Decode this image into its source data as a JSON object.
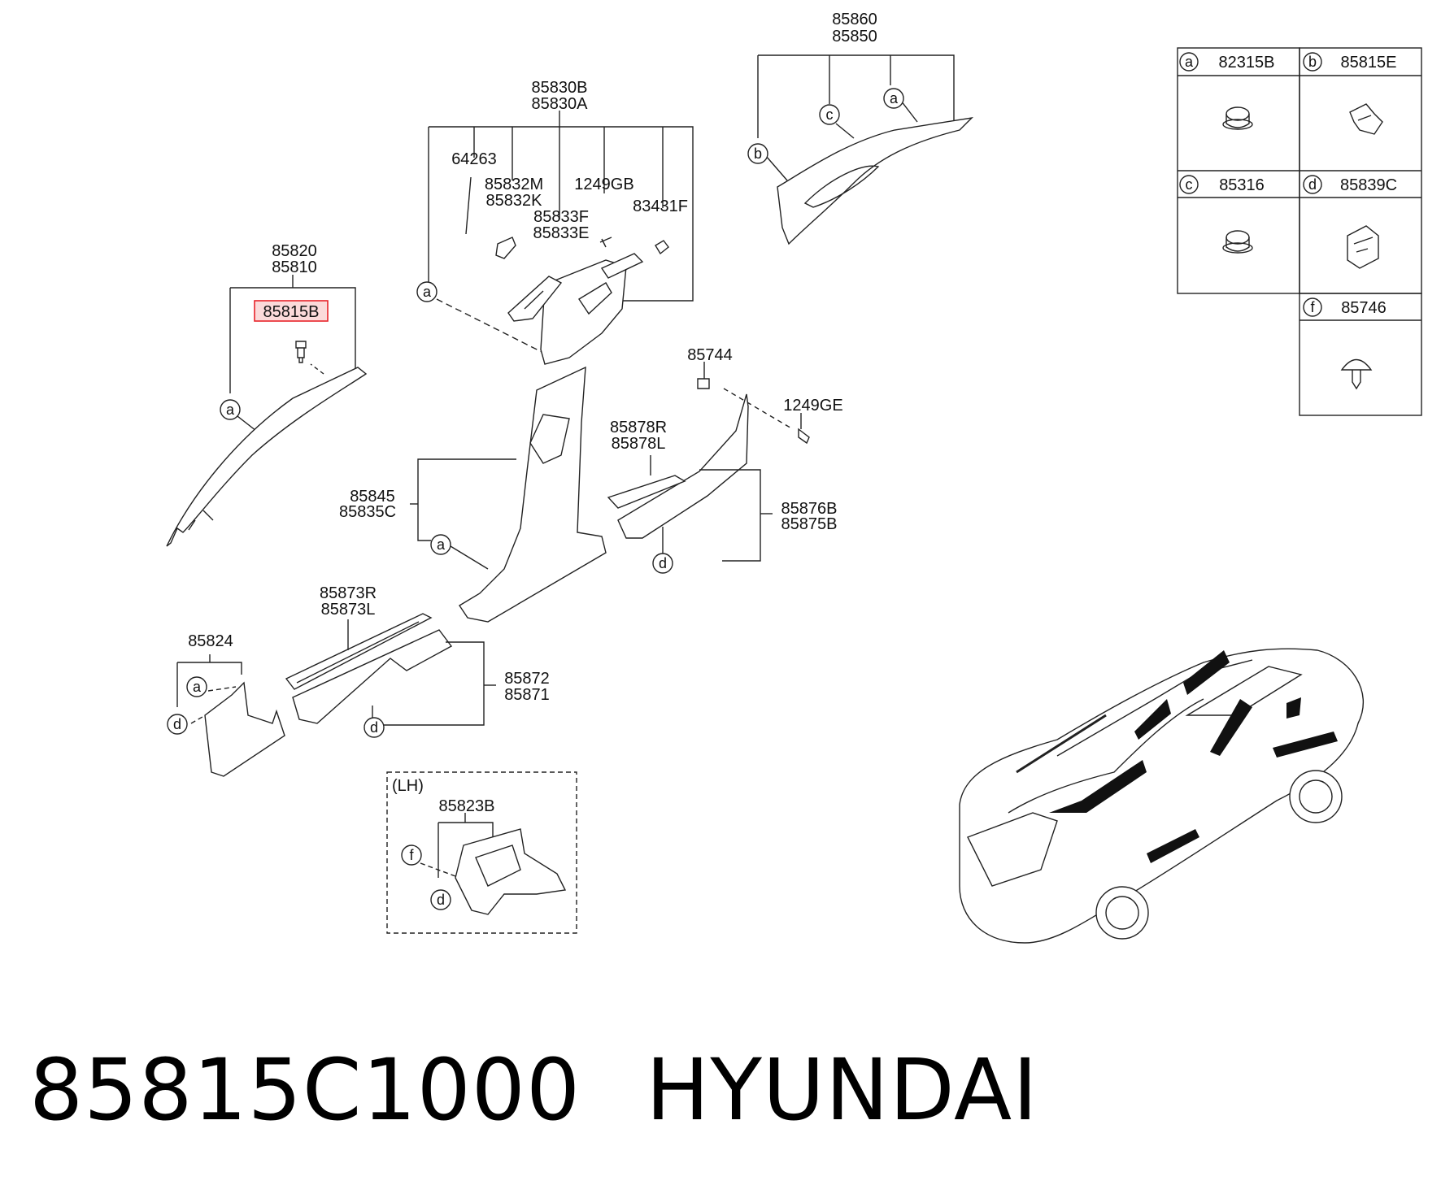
{
  "labels": {
    "p85860": "85860",
    "p85850": "85850",
    "p85830B": "85830B",
    "p85830A": "85830A",
    "p64263": "64263",
    "p85832M": "85832M",
    "p85832K": "85832K",
    "p1249GB": "1249GB",
    "p85833F": "85833F",
    "p85833E": "85833E",
    "p83431F": "83431F",
    "p85820": "85820",
    "p85810": "85810",
    "p85815B": "85815B",
    "p85744": "85744",
    "p1249GE": "1249GE",
    "p85878R": "85878R",
    "p85878L": "85878L",
    "p85845": "85845",
    "p85835C": "85835C",
    "p85876B": "85876B",
    "p85875B": "85875B",
    "p85873R": "85873R",
    "p85873L": "85873L",
    "p85824": "85824",
    "p85872": "85872",
    "p85871": "85871",
    "lh": "(LH)",
    "p85823B": "85823B"
  },
  "markers": {
    "a": "a",
    "b": "b",
    "c": "c",
    "d": "d",
    "f": "f"
  },
  "legend": [
    {
      "key": "a",
      "part": "82315B"
    },
    {
      "key": "b",
      "part": "85815E"
    },
    {
      "key": "c",
      "part": "85316"
    },
    {
      "key": "d",
      "part": "85839C"
    },
    {
      "key": "f",
      "part": "85746"
    }
  ],
  "caption": {
    "part_number": "85815C1000",
    "brand": "HYUNDAI"
  },
  "colors": {
    "line": "#222222",
    "highlight": "#e8232a",
    "highlight_fill": "#fbdada"
  }
}
